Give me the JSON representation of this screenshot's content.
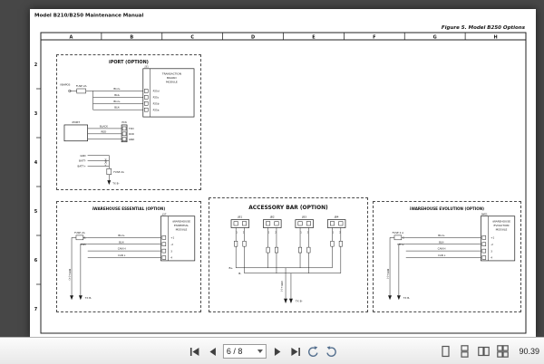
{
  "viewer": {
    "toolbar": {
      "page_value": "6 / 8",
      "zoom_value": "90.39"
    }
  },
  "page": {
    "doc_title": "Model B210/B250 Maintenance Manual",
    "figure_caption": "Figure 5.  Model B250 Options",
    "grid": {
      "columns": [
        "A",
        "B",
        "C",
        "D",
        "E",
        "F",
        "G",
        "H"
      ],
      "rows": [
        "2",
        "3",
        "4",
        "5",
        "6",
        "7"
      ]
    }
  },
  "iport": {
    "title": "iPORT (OPTION)",
    "module_lines": [
      "TRANSACTION",
      "BOARD",
      "MODULE"
    ],
    "connector": "J31",
    "supply_label": "VBHPOS",
    "fuse_label": "FUSE 2A",
    "rows": [
      {
        "wire": "BLU+",
        "pin": "P25d"
      },
      {
        "wire": "BLK-",
        "pin": "P25c"
      },
      {
        "wire": "BLU+",
        "pin": "P25b"
      },
      {
        "wire": "BLK-",
        "pin": "P25a"
      }
    ],
    "device_label": "iPORT",
    "device_connector": "PC6",
    "device_rows": [
      {
        "wire": "BLACK",
        "signal": "TXD"
      },
      {
        "wire": "RED",
        "signal": "RXD"
      },
      {
        "wire": "",
        "signal": "GND"
      }
    ],
    "tail_stubs": [
      "GND",
      "BATT-",
      "BATT+"
    ],
    "tail_fuse": "FUSE 2A",
    "tail_vertical": "MPC+",
    "tail_bottom": "TX B-"
  },
  "essential": {
    "title": "iWAREHOUSE ESSENTIAL (OPTION)",
    "module_lines": [
      "iWAREHOUSE",
      "ESSENTIAL",
      "MODULE"
    ],
    "connector": "J37",
    "fuse_label": "FUSE 2A",
    "rows": [
      {
        "left": "PIN1",
        "wire": "BLU+",
        "pin": "+1"
      },
      {
        "left": "PIN5",
        "wire": "BLK-",
        "pin": "-2"
      },
      {
        "left": "",
        "wire": "CAN H",
        "pin": "3"
      },
      {
        "left": "",
        "wire": "CAN L",
        "pin": "4"
      }
    ],
    "vertical_label": "MPC+(+)",
    "bottom_label": "TX B-"
  },
  "accessory": {
    "title": "ACCESSORY BAR (OPTION)",
    "connectors": [
      "JB1",
      "JB2",
      "JB3",
      "JB4"
    ],
    "pin_labels": [
      "1",
      "2"
    ],
    "bus_plus": "B+",
    "bus_minus": "B-",
    "vertical_label": "MPC+(-)",
    "bottom_label": "TX B-"
  },
  "evolution": {
    "title": "iWAREHOUSE EVOLUTION (OPTION)",
    "module_lines": [
      "iWAREHOUSE",
      "EVOLUTION",
      "MODULE"
    ],
    "connector": "JWE1",
    "fuse_label": "FUSE 2 A",
    "rows": [
      {
        "left": "PS C",
        "wire": "BLU+",
        "pin": "+1"
      },
      {
        "left": "TTH+",
        "wire": "BLK-",
        "pin": "-2"
      },
      {
        "left": "",
        "wire": "CAN H",
        "pin": "3"
      },
      {
        "left": "",
        "wire": "CAN L",
        "pin": "4"
      }
    ],
    "vertical_label": "MPC+(-)",
    "bottom_label": "TX B-"
  }
}
